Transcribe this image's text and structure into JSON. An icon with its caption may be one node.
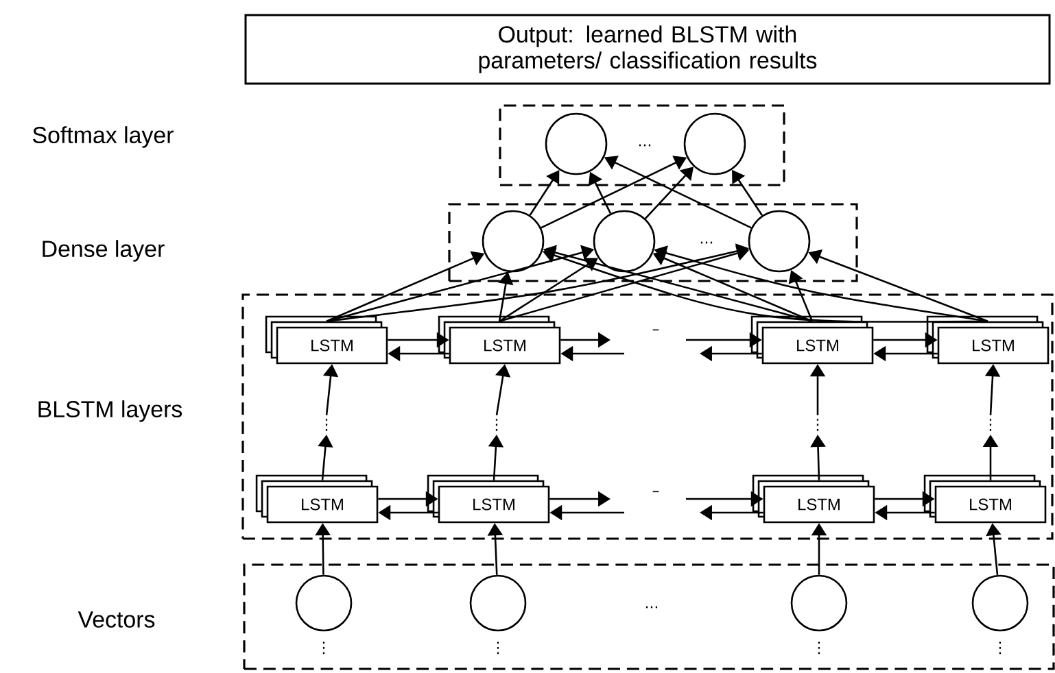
{
  "diagram": {
    "nodes": [
      {
        "text": [
          "Output: learned BLSTM with parameters/ classification results"
        ]
      },
      {
        "text": [],
        "shape": "box"
      },
      {
        "text": [],
        "shape": "circle",
        "in": 1
      },
      {
        "text": [],
        "shape": "circle",
        "in": 1
      },
      {
        "text": [],
        "shape": "box"
      },
      {
        "text": [],
        "shape": "circle",
        "in": 4
      },
      {
        "text": [],
        "shape": "circle",
        "in": 4
      },
      {
        "text": [],
        "shape": "circle",
        "in": 4
      },
      {
        "text": [],
        "shape": "box"
      },
      {
        "text": [
          "LSTM"
        ],
        "in": 8
      },
      {
        "text": [
          "LSTM"
        ],
        "in": 8
      },
      {
        "text": [
          "LSTM"
        ],
        "in": 8
      },
      {
        "text": [
          "LSTM"
        ],
        "in": 8
      },
      {
        "text": [
          "LSTM"
        ],
        "in": 8
      },
      {
        "text": [
          "LSTM"
        ],
        "in": 8
      },
      {
        "text": [
          "LSTM"
        ],
        "in": 8
      },
      {
        "text": [
          "LSTM"
        ],
        "in": 8
      },
      {
        "text": [],
        "shape": "box"
      },
      {
        "text": [],
        "shape": "circle",
        "in": 17,
        "beside": [
          "⋮"
        ]
      },
      {
        "text": [],
        "shape": "circle",
        "in": 17,
        "beside": [
          "⋮"
        ]
      },
      {
        "text": [],
        "shape": "circle",
        "in": 17,
        "beside": [
          "⋮"
        ]
      },
      {
        "text": [],
        "shape": "circle",
        "in": 17,
        "beside": [
          "⋮"
        ]
      },
      {
        "text": [
          "⋮"
        ],
        "in": 8
      },
      {
        "text": [
          "⋮"
        ],
        "in": 8
      },
      {
        "text": [
          "⋮"
        ],
        "in": 8
      },
      {
        "text": [
          "⋮"
        ],
        "in": 8
      }
    ],
    "edges": [
      {
        "from": 5,
        "to": 2,
        "arrow": "to"
      },
      {
        "from": 5,
        "to": 3,
        "arrow": "to"
      },
      {
        "from": 6,
        "to": 2,
        "arrow": "to"
      },
      {
        "from": 6,
        "to": 3,
        "arrow": "to"
      },
      {
        "from": 7,
        "to": 2,
        "arrow": "to"
      },
      {
        "from": 7,
        "to": 3,
        "arrow": "to"
      },
      {
        "from": 9,
        "to": 5,
        "arrow": "to"
      },
      {
        "from": 9,
        "to": 6,
        "arrow": "to"
      },
      {
        "from": 9,
        "to": 7,
        "arrow": "to"
      },
      {
        "from": 10,
        "to": 5,
        "arrow": "to"
      },
      {
        "from": 10,
        "to": 6,
        "arrow": "to"
      },
      {
        "from": 10,
        "to": 7,
        "arrow": "to"
      },
      {
        "from": 11,
        "to": 5,
        "arrow": "to"
      },
      {
        "from": 11,
        "to": 6,
        "arrow": "to"
      },
      {
        "from": 11,
        "to": 7,
        "arrow": "to"
      },
      {
        "from": 12,
        "to": 5,
        "arrow": "to"
      },
      {
        "from": 12,
        "to": 6,
        "arrow": "to"
      },
      {
        "from": 12,
        "to": 7,
        "arrow": "to"
      },
      {
        "from": 9,
        "to": 10,
        "arrow": "to"
      },
      {
        "from": 10,
        "to": 9,
        "arrow": "to"
      },
      {
        "from": 10,
        "to": null,
        "arrow": "to"
      },
      {
        "from": null,
        "to": 10,
        "arrow": "to"
      },
      {
        "from": null,
        "to": 11,
        "arrow": "to"
      },
      {
        "from": 11,
        "to": null,
        "arrow": "to"
      },
      {
        "from": 11,
        "to": 12,
        "arrow": "to"
      },
      {
        "from": 12,
        "to": 11,
        "arrow": "to"
      },
      {
        "from": 13,
        "to": 14,
        "arrow": "to"
      },
      {
        "from": 14,
        "to": 13,
        "arrow": "to"
      },
      {
        "from": 14,
        "to": null,
        "arrow": "to"
      },
      {
        "from": null,
        "to": 14,
        "arrow": "to"
      },
      {
        "from": null,
        "to": 15,
        "arrow": "to"
      },
      {
        "from": 15,
        "to": null,
        "arrow": "to"
      },
      {
        "from": 15,
        "to": 16,
        "arrow": "to"
      },
      {
        "from": 16,
        "to": 15,
        "arrow": "to"
      },
      {
        "from": 22,
        "to": 9,
        "arrow": "to"
      },
      {
        "from": 23,
        "to": 10,
        "arrow": "to"
      },
      {
        "from": 24,
        "to": 11,
        "arrow": "to"
      },
      {
        "from": 25,
        "to": 12,
        "arrow": "to"
      },
      {
        "from": 13,
        "to": 22,
        "arrow": "to"
      },
      {
        "from": 14,
        "to": 23,
        "arrow": "to"
      },
      {
        "from": 15,
        "to": 24,
        "arrow": "to"
      },
      {
        "from": 16,
        "to": 25,
        "arrow": "to"
      },
      {
        "from": 18,
        "to": 13,
        "arrow": "to"
      },
      {
        "from": 19,
        "to": 14,
        "arrow": "to"
      },
      {
        "from": 20,
        "to": 15,
        "arrow": "to"
      },
      {
        "from": 21,
        "to": 16,
        "arrow": "to"
      }
    ],
    "labels": [
      "Softmax layer",
      "...",
      "Dense layer",
      "...",
      "–",
      "BLSTM layers",
      "–",
      "...",
      "Vectors"
    ]
  }
}
